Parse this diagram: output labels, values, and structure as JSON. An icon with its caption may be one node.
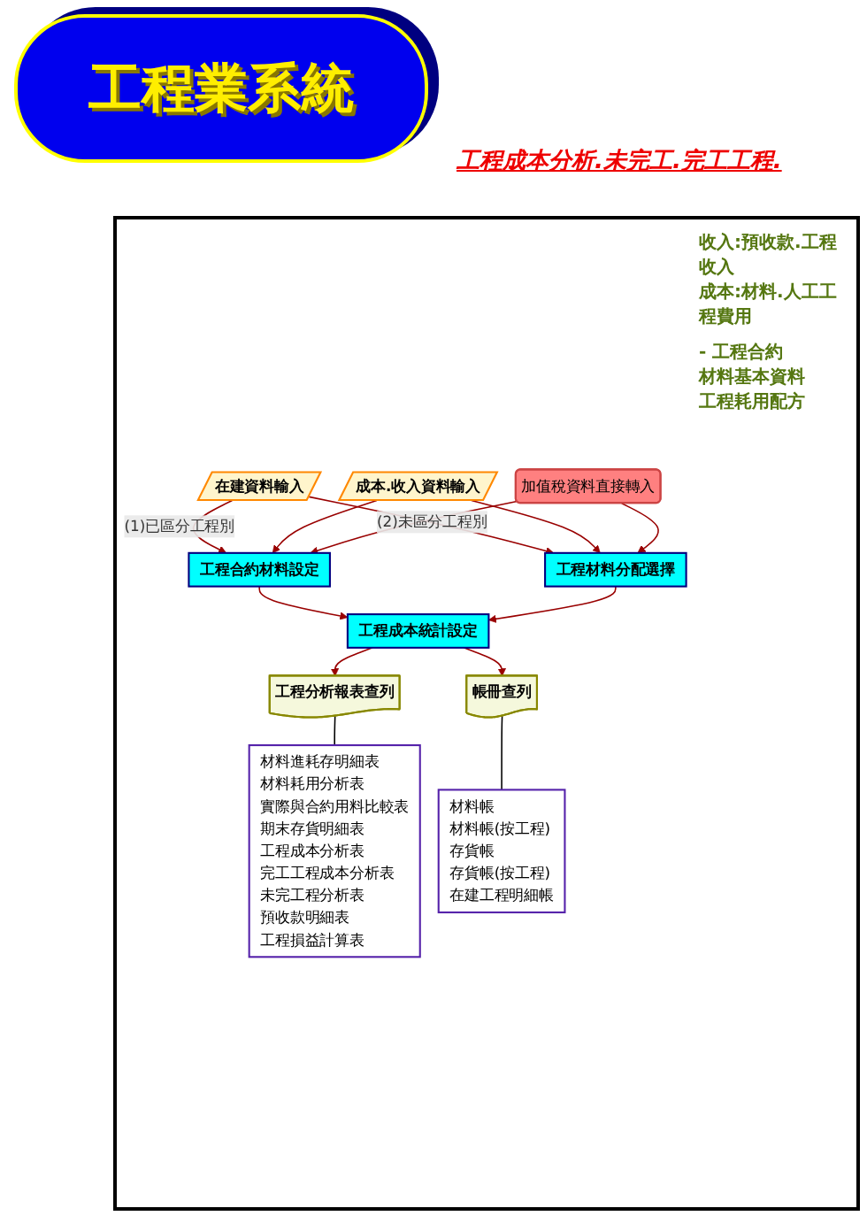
{
  "diagram": {
    "title": "工程業系統",
    "caption": "工程成本分析.未完工.完工工程.",
    "nodes": [
      {
        "text": [
          "在建資料輸入"
        ]
      },
      {
        "text": [
          "成本.收入資料輸入"
        ],
        "beside": [
          "收入:預收款.工程收入",
          "成本:材料.人工工程費用"
        ]
      },
      {
        "text": [
          "加值稅資料直接轉入"
        ]
      },
      {
        "text": [
          "工程合約材料設定"
        ],
        "beside": [
          "- 工程合約",
          "材料基本資料",
          "工程耗用配方"
        ]
      },
      {
        "text": [
          "工程材料分配選擇"
        ]
      },
      {
        "text": [
          "工程成本統計設定"
        ]
      },
      {
        "text": [
          "工程分析報表查列"
        ]
      },
      {
        "text": [
          "帳冊查列"
        ]
      },
      {
        "text": [
          "材料進耗存明細表",
          "材料耗用分析表",
          "實際與合約用料比較表",
          "期末存貨明細表",
          "工程成本分析表",
          "完工工程成本分析表",
          "未完工程分析表",
          "預收款明細表",
          "工程損益計算表"
        ]
      },
      {
        "text": [
          "材料帳",
          "材料帳(按工程)",
          "存貨帳",
          "存貨帳(按工程)",
          "在建工程明細帳"
        ]
      }
    ],
    "edges": [
      {
        "from": 0,
        "to": 3,
        "arrow": "to",
        "label": "(1)已區分工程別"
      },
      {
        "from": 0,
        "to": 4,
        "arrow": "to",
        "label": "(2)未區分工程別"
      },
      {
        "from": 1,
        "to": 3,
        "arrow": "to"
      },
      {
        "from": 1,
        "to": 4,
        "arrow": "to"
      },
      {
        "from": 2,
        "to": 3,
        "arrow": "to"
      },
      {
        "from": 2,
        "to": 4,
        "arrow": "to"
      },
      {
        "from": 3,
        "to": 5,
        "arrow": "to"
      },
      {
        "from": 4,
        "to": 5,
        "arrow": "to"
      },
      {
        "from": 5,
        "to": 6,
        "arrow": "to"
      },
      {
        "from": 5,
        "to": 7,
        "arrow": "to"
      },
      {
        "from": 6,
        "to": 8,
        "arrow": "none",
        "color": "#000000"
      },
      {
        "from": 7,
        "to": 9,
        "arrow": "none",
        "color": "#000000"
      }
    ]
  }
}
